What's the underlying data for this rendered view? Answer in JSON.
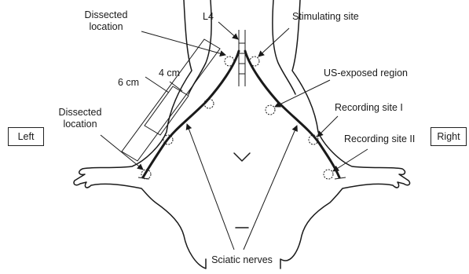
{
  "labels": {
    "dissected_top": "Dissected\nlocation",
    "l4": "L4",
    "stimulating_site": "Stimulating site",
    "cm4": "4 cm",
    "cm6": "6 cm",
    "us_exposed_region": "US-exposed region",
    "recording_site_1": "Recording site I",
    "recording_site_2": "Recording site II",
    "dissected_left": "Dissected\nlocation",
    "left_box": "Left",
    "right_box": "Right",
    "sciatic_nerves": "Sciatic nerves"
  }
}
